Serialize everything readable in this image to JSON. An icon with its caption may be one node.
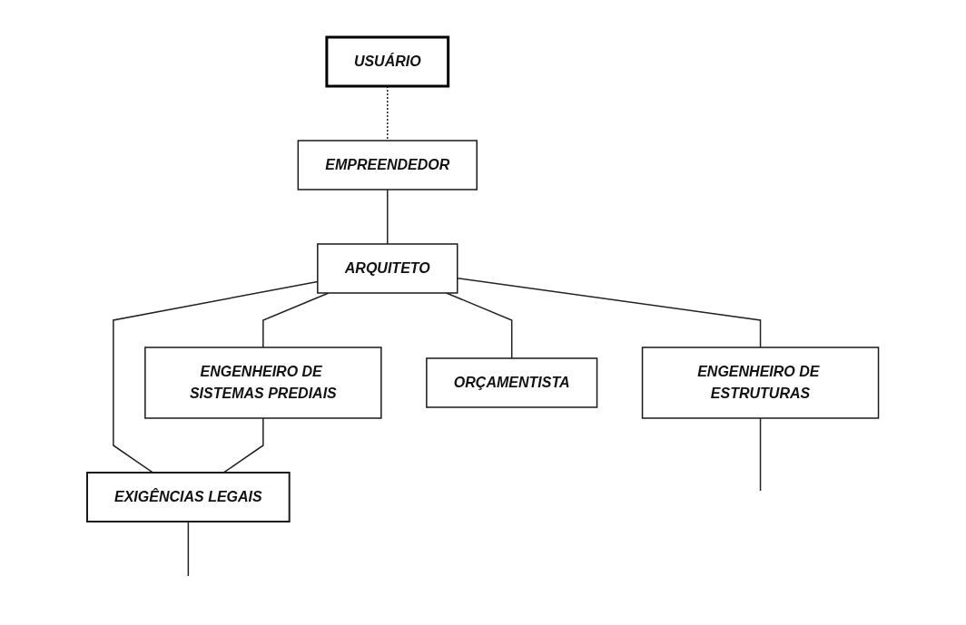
{
  "diagram": {
    "nodes": [
      {
        "text": [
          "EMPREENDEDOR"
        ]
      },
      {
        "text": [
          "USUÁRIO"
        ]
      },
      {
        "text": [
          "EXIGÊNCIAS LEGAIS"
        ]
      },
      {
        "text": [
          "ARQUITETO"
        ]
      },
      {
        "text": [
          "ENGENHEIRO DE ESTRUTURAS"
        ]
      },
      {
        "text": [
          "ENGENHEIRO DE SISTEMAS PREDIAIS"
        ]
      },
      {
        "text": [
          "ORÇAMENTISTA"
        ]
      }
    ],
    "edges": [
      {
        "from": 0,
        "to": 3,
        "arrow": "none"
      },
      {
        "from": 1,
        "to": 0,
        "arrow": "none",
        "style": "dashed"
      },
      {
        "from": 3,
        "to": 2,
        "arrow": "none"
      },
      {
        "from": 3,
        "to": 4,
        "arrow": "none"
      },
      {
        "from": 3,
        "to": 5,
        "arrow": "none"
      },
      {
        "from": 3,
        "to": 6,
        "arrow": "none"
      },
      {
        "from": 5,
        "to": 2,
        "arrow": "none"
      },
      {
        "from": 4,
        "to": null,
        "arrow": "none"
      },
      {
        "from": 2,
        "to": null,
        "arrow": "none"
      }
    ]
  }
}
